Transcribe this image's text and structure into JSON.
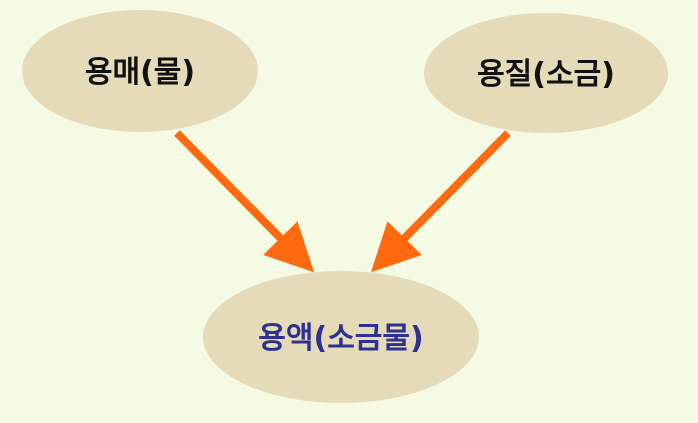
{
  "colors": {
    "background": "#F5FAE4",
    "ellipse_fill": "#E5DBB8",
    "arrow": "#FF6A0E",
    "solvent_text": "#111111",
    "solute_text": "#111111",
    "solution_text": "#2E3191"
  },
  "diagram": {
    "solvent": {
      "label": "용매(물)"
    },
    "solute": {
      "label": "용질(소금)"
    },
    "solution": {
      "label": "용액(소금물)"
    }
  }
}
